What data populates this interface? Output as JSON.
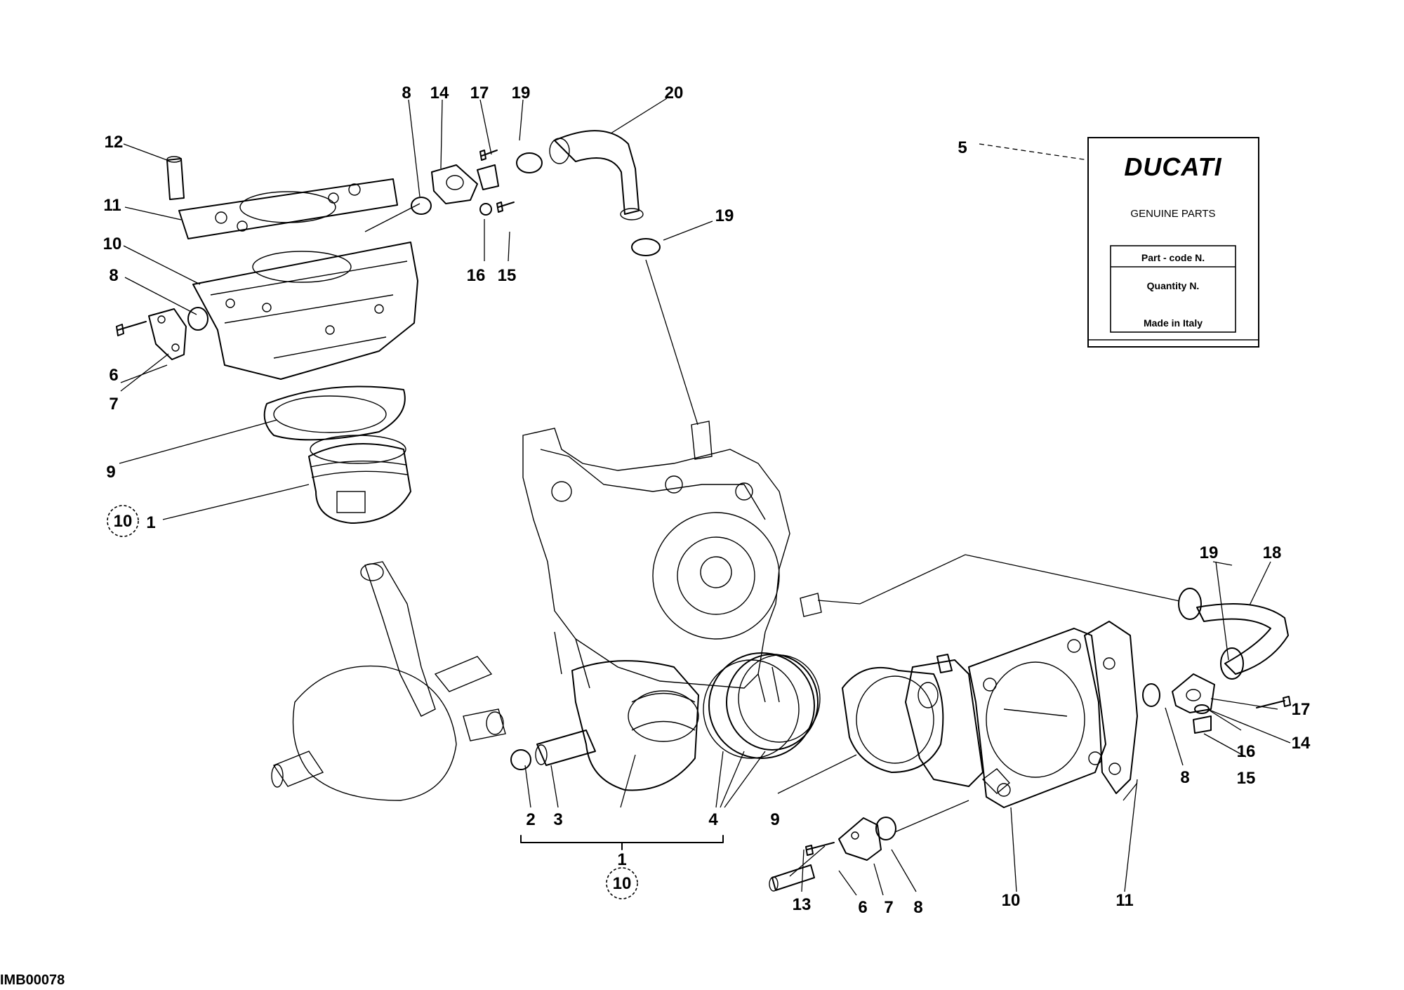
{
  "diagram": {
    "code": "IMB00078",
    "labels": {
      "l12": "12",
      "l11": "11",
      "l10a": "10",
      "l8a": "8",
      "l6a": "6",
      "l7a": "7",
      "l9a": "9",
      "l1a": "1",
      "l10c1": "10",
      "l8b": "8",
      "l14a": "14",
      "l17a": "17",
      "l19a": "19",
      "l20": "20",
      "l19b": "19",
      "l16a": "16",
      "l15a": "15",
      "l5": "5",
      "l19c": "19",
      "l18": "18",
      "l17b": "17",
      "l14b": "14",
      "l16b": "16",
      "l15b": "15",
      "l8c": "8",
      "l2": "2",
      "l3": "3",
      "l4": "4",
      "l1b": "1",
      "l10c2": "10",
      "l9b": "9",
      "l13": "13",
      "l6b": "6",
      "l7b": "7",
      "l8d": "8",
      "l10b": "10",
      "l11b": "11"
    },
    "tag": {
      "brand": "DUCATI",
      "subtitle": "GENUINE PARTS",
      "part_code": "Part - code N.",
      "quantity": "Quantity N.",
      "origin": "Made in Italy"
    }
  }
}
